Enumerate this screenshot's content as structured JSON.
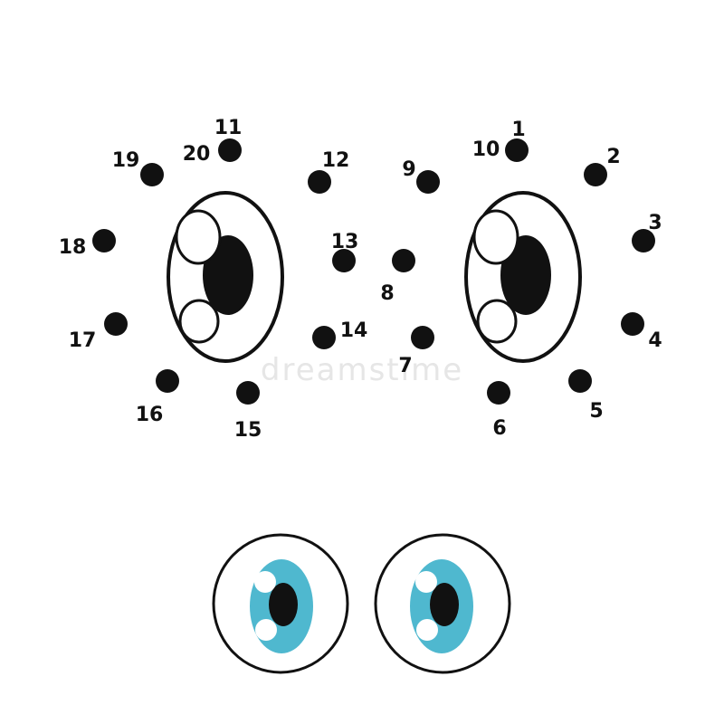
{
  "colors": {
    "background": "#ffffff",
    "ink": "#111111",
    "eye_white": "#ffffff",
    "iris_blue": "#4fb8cf",
    "watermark": "#e6e6e6"
  },
  "watermark": "dreamstime",
  "dots": [
    {
      "label": "1"
    },
    {
      "label": "2"
    },
    {
      "label": "3"
    },
    {
      "label": "4"
    },
    {
      "label": "5"
    },
    {
      "label": "6"
    },
    {
      "label": "7"
    },
    {
      "label": "8"
    },
    {
      "label": "9"
    },
    {
      "label": "10"
    },
    {
      "label": "11"
    },
    {
      "label": "12"
    },
    {
      "label": "13"
    },
    {
      "label": "14"
    },
    {
      "label": "15"
    },
    {
      "label": "16"
    },
    {
      "label": "17"
    },
    {
      "label": "18"
    },
    {
      "label": "19"
    },
    {
      "label": "20"
    }
  ],
  "icons": {
    "top_eyes": "cartoon-eyes-outline",
    "bottom_eyes": "cartoon-eyes-blue-preview"
  }
}
